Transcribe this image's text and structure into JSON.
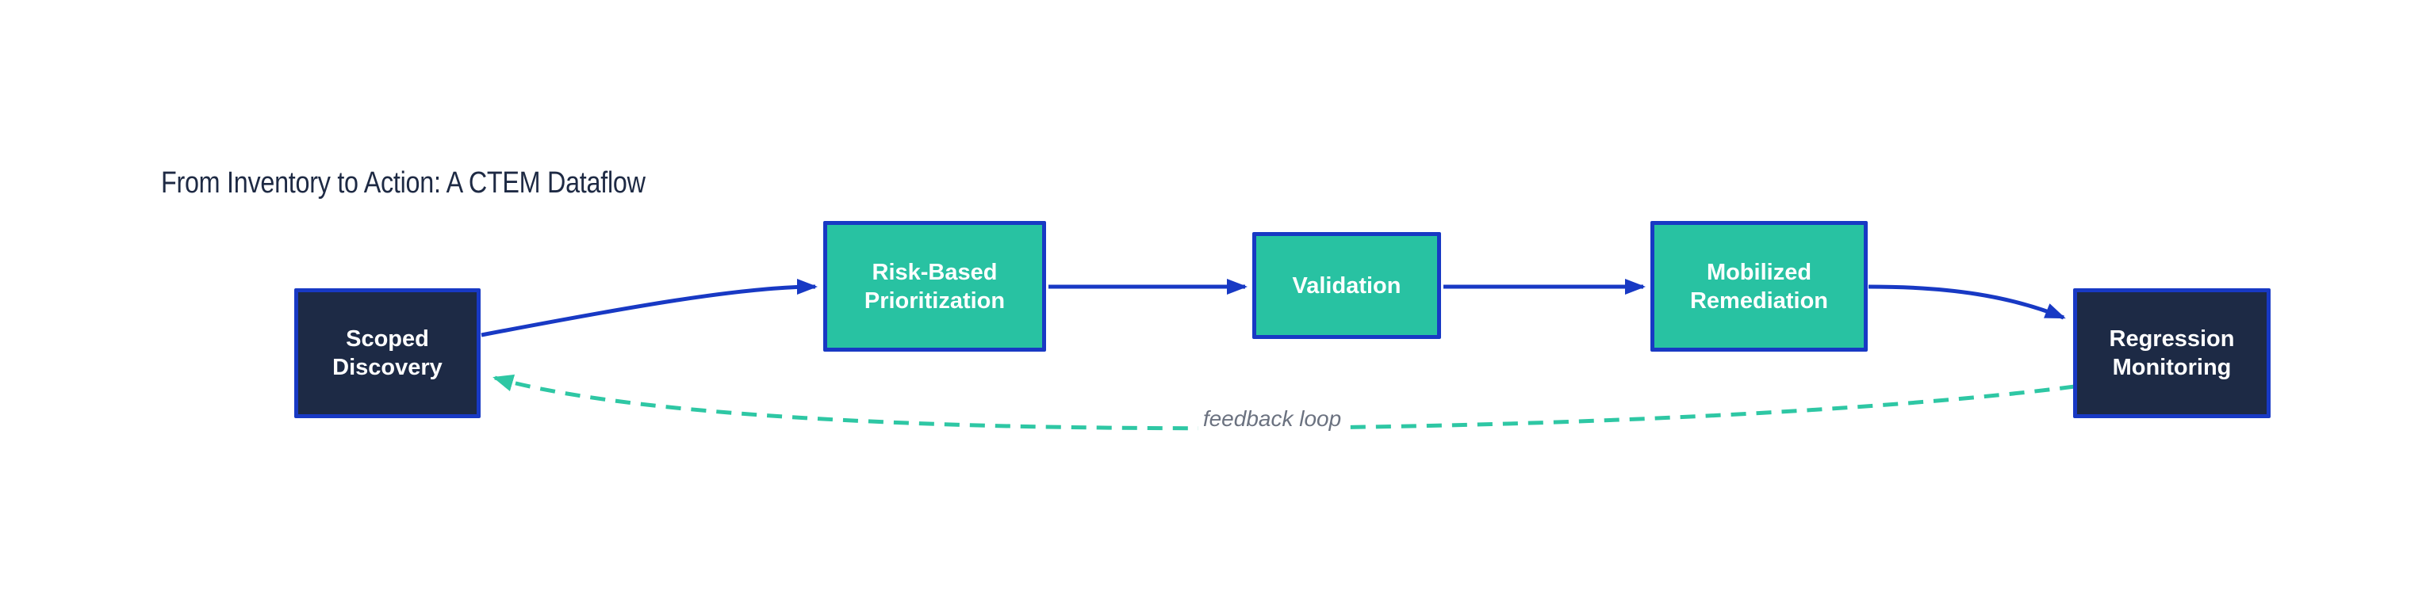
{
  "title": "From Inventory to Action: A CTEM Dataflow",
  "nodes": [
    {
      "id": "scoped-discovery",
      "label": "Scoped Discovery",
      "variant": "navy"
    },
    {
      "id": "risk-based-prioritization",
      "label": "Risk-Based Prioritization",
      "variant": "teal"
    },
    {
      "id": "validation",
      "label": "Validation",
      "variant": "teal"
    },
    {
      "id": "mobilized-remediation",
      "label": "Mobilized Remediation",
      "variant": "teal"
    },
    {
      "id": "regression-monitoring",
      "label": "Regression Monitoring",
      "variant": "navy"
    }
  ],
  "edges": [
    {
      "from": "scoped-discovery",
      "to": "risk-based-prioritization",
      "style": "solid"
    },
    {
      "from": "risk-based-prioritization",
      "to": "validation",
      "style": "solid"
    },
    {
      "from": "validation",
      "to": "mobilized-remediation",
      "style": "solid"
    },
    {
      "from": "mobilized-remediation",
      "to": "regression-monitoring",
      "style": "solid"
    },
    {
      "from": "regression-monitoring",
      "to": "scoped-discovery",
      "style": "dashed",
      "label": "feedback loop"
    }
  ],
  "colors": {
    "background": "#ffffff",
    "title_text": "#1e2a44",
    "node_border_blue": "#1839c4",
    "arrow_blue": "#1839c4",
    "node_fill_navy": "#1d2a45",
    "node_fill_teal": "#28c2a2",
    "feedback_dash_teal": "#2ec7a4",
    "feedback_label_gray": "#6b7280",
    "node_text": "#ffffff"
  }
}
